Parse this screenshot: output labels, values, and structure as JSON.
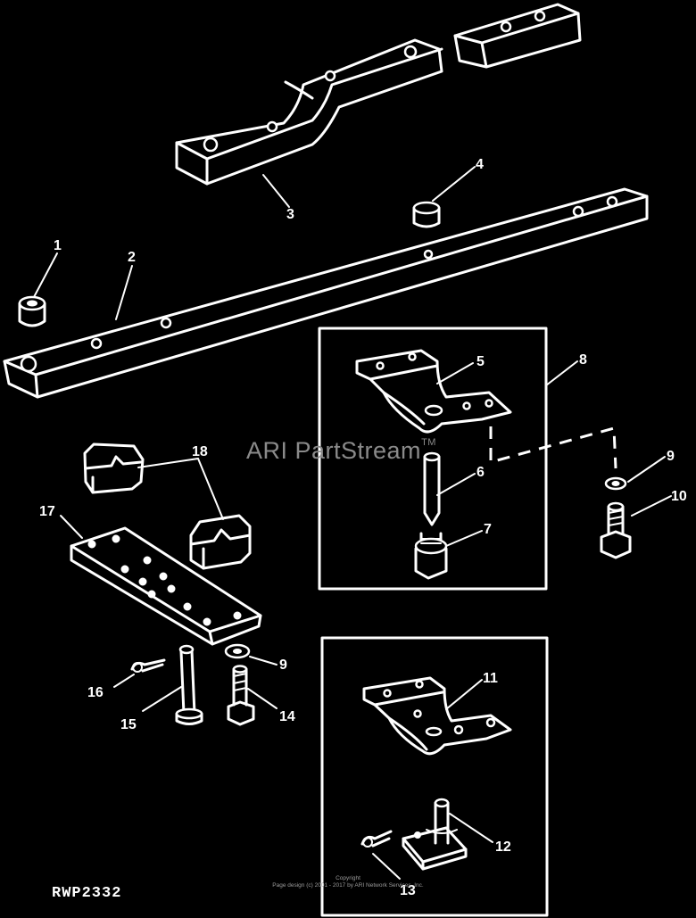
{
  "watermark": {
    "text": "ARI PartStream",
    "tm": "TM"
  },
  "reference_code": "RWP2332",
  "copyright": {
    "line1": "Copyright",
    "line2": "Page design (c) 2001 - 2017 by ARI Network Services, Inc."
  },
  "callouts": [
    {
      "id": "1",
      "label": "1"
    },
    {
      "id": "2",
      "label": "2"
    },
    {
      "id": "3",
      "label": "3"
    },
    {
      "id": "4",
      "label": "4"
    },
    {
      "id": "5",
      "label": "5"
    },
    {
      "id": "6",
      "label": "6"
    },
    {
      "id": "7",
      "label": "7"
    },
    {
      "id": "8",
      "label": "8"
    },
    {
      "id": "9a",
      "label": "9"
    },
    {
      "id": "9b",
      "label": "9"
    },
    {
      "id": "10",
      "label": "10"
    },
    {
      "id": "11",
      "label": "11"
    },
    {
      "id": "12",
      "label": "12"
    },
    {
      "id": "13",
      "label": "13"
    },
    {
      "id": "14",
      "label": "14"
    },
    {
      "id": "15",
      "label": "15"
    },
    {
      "id": "16",
      "label": "16"
    },
    {
      "id": "17",
      "label": "17"
    },
    {
      "id": "18",
      "label": "18"
    }
  ]
}
